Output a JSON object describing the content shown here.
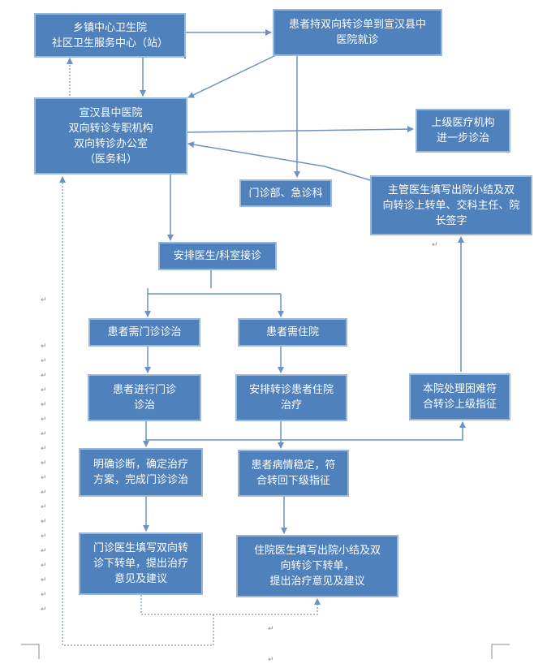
{
  "nodes": {
    "township": [
      "乡镇中心卫生院",
      "社区卫生服务中心（站）"
    ],
    "patient_referral": [
      "患者持双向转诊单到宣汉县中",
      "医院就诊"
    ],
    "hospital_office": [
      "宣汉县中医院",
      "双向转诊专职机构",
      "双向转诊办公室",
      "（医务科）"
    ],
    "superior": [
      "上级医疗机构",
      "进一步诊治"
    ],
    "outpatient_emergency": [
      "门诊部、急诊科"
    ],
    "attending_sign": [
      "主管医生填写出院小结及双",
      "向转诊上转单、交科主任、院",
      "长签字"
    ],
    "arrange": [
      "安排医生/科室接诊"
    ],
    "need_outpatient": [
      "患者需门诊诊治"
    ],
    "need_inpatient": [
      "患者需住院"
    ],
    "do_outpatient": [
      "患者进行门诊",
      "诊治"
    ],
    "arrange_inpatient": [
      "安排转诊患者住院",
      "治疗"
    ],
    "difficult": [
      "本院处理困难符",
      "合转诊上级指征"
    ],
    "clear_diagnosis": [
      "明确诊断，确定治疗",
      "方案，完成门诊诊治"
    ],
    "stable": [
      "患者病情稳定，符",
      "合转回下级指征"
    ],
    "outpatient_doctor": [
      "门诊医生填写双向转",
      "诊下转单，提出治疗",
      "意见及建议"
    ],
    "inpatient_doctor": [
      "住院医生填写出院小结及双",
      "向转诊下转单，",
      "提出治疗意见及建议"
    ]
  },
  "paragraph_mark": "↵"
}
